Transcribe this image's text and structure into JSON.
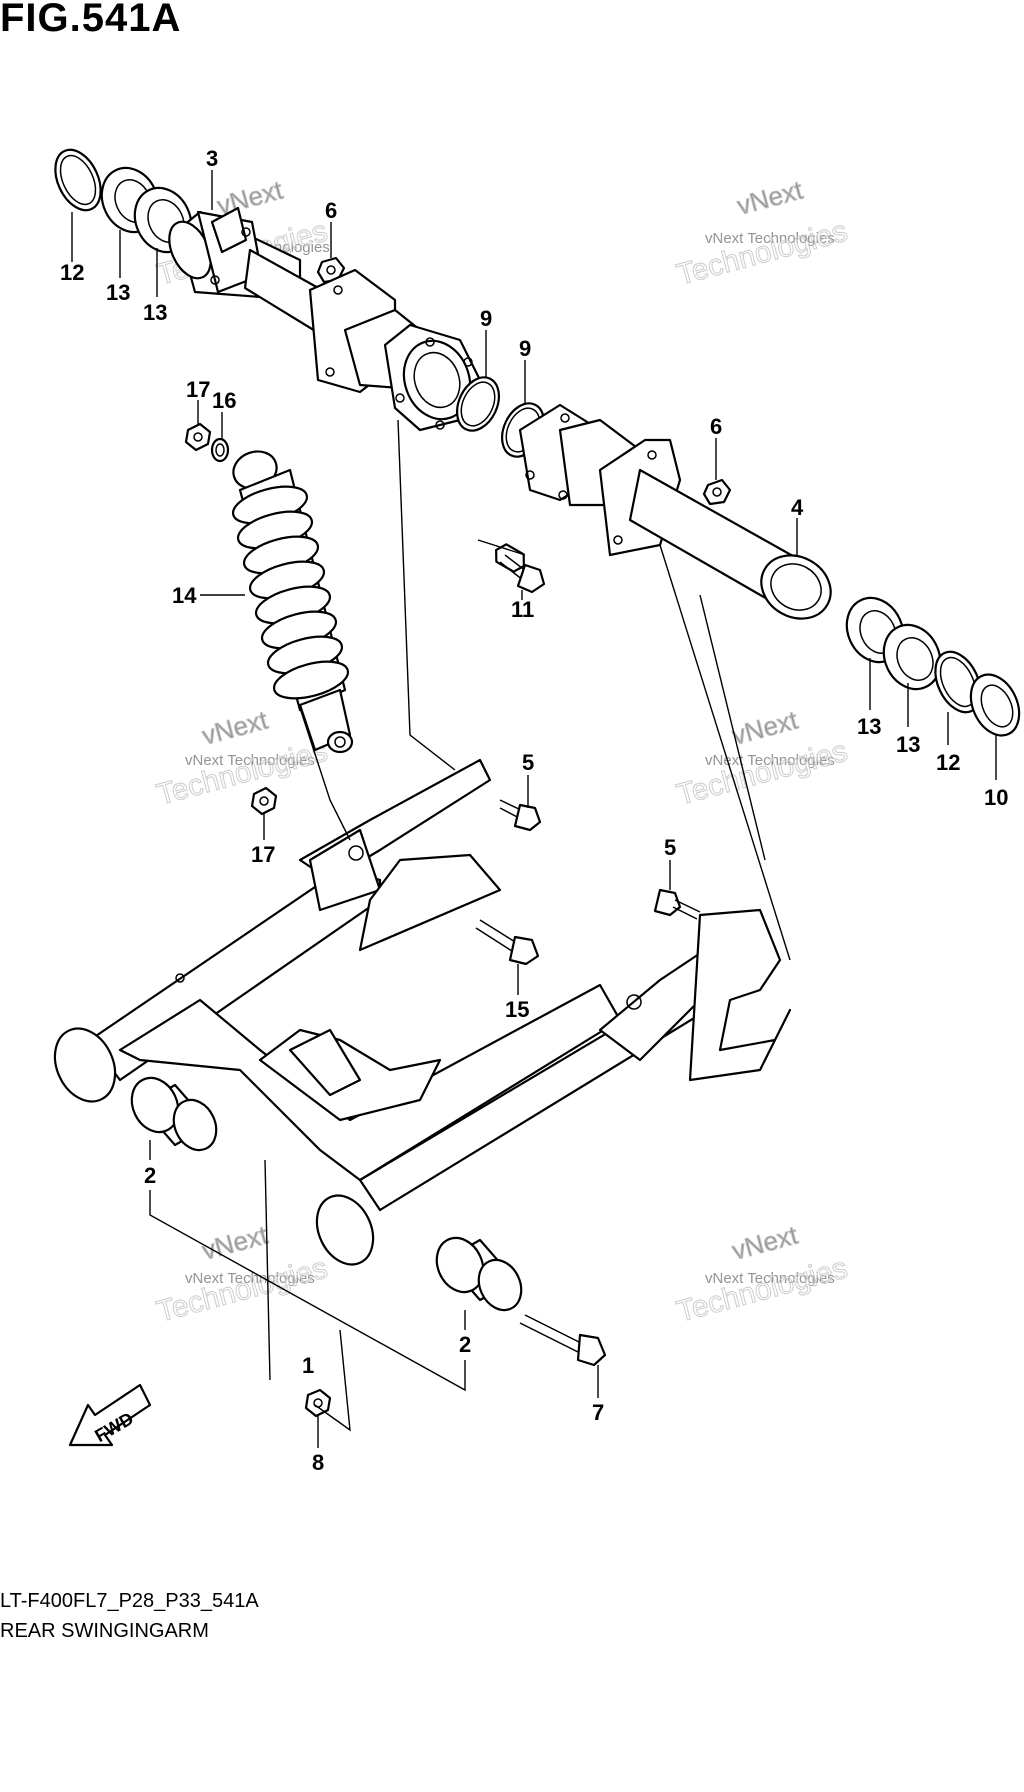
{
  "figure_title": "FIG.541A",
  "model_code": "LT-F400FL7_P28_P33_541A",
  "assembly_name": "REAR SWINGINGARM",
  "fwd_label": "FWD",
  "watermark": {
    "small": "vNext Technologies",
    "large": "Technologies",
    "top": "vNext"
  },
  "callouts": [
    {
      "id": "c12a",
      "label": "12"
    },
    {
      "id": "c13a",
      "label": "13"
    },
    {
      "id": "c13b",
      "label": "13"
    },
    {
      "id": "c3",
      "label": "3"
    },
    {
      "id": "c6a",
      "label": "6"
    },
    {
      "id": "c9a",
      "label": "9"
    },
    {
      "id": "c9b",
      "label": "9"
    },
    {
      "id": "c17a",
      "label": "17"
    },
    {
      "id": "c16",
      "label": "16"
    },
    {
      "id": "c6b",
      "label": "6"
    },
    {
      "id": "c4",
      "label": "4"
    },
    {
      "id": "c11",
      "label": "11"
    },
    {
      "id": "c14",
      "label": "14"
    },
    {
      "id": "c13c",
      "label": "13"
    },
    {
      "id": "c13d",
      "label": "13"
    },
    {
      "id": "c12b",
      "label": "12"
    },
    {
      "id": "c10",
      "label": "10"
    },
    {
      "id": "c5a",
      "label": "5"
    },
    {
      "id": "c17b",
      "label": "17"
    },
    {
      "id": "c5b",
      "label": "5"
    },
    {
      "id": "c15",
      "label": "15"
    },
    {
      "id": "c2a",
      "label": "2"
    },
    {
      "id": "c1",
      "label": "1"
    },
    {
      "id": "c2b",
      "label": "2"
    },
    {
      "id": "c7",
      "label": "7"
    },
    {
      "id": "c8",
      "label": "8"
    }
  ]
}
